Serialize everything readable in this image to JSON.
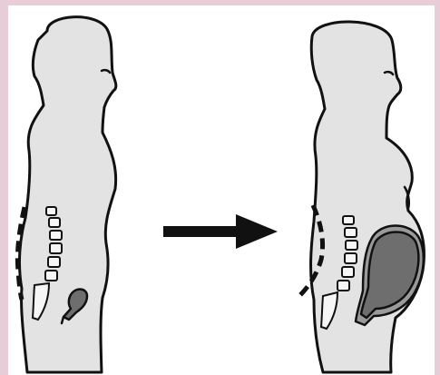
{
  "figure": {
    "panels": [
      {
        "id": "before",
        "state": "not pregnant"
      },
      {
        "id": "after",
        "state": "pregnant"
      }
    ],
    "transition": {
      "icon": "arrow-right-icon"
    }
  },
  "colors": {
    "frame_border": "#e8cdd8",
    "body_fill": "#e3e3e3",
    "outline": "#111111",
    "vertebra_fill": "#f6f6f6",
    "uterus_fill": "#6e6e6e",
    "uterus_rim": "#9a9a9a",
    "arrow": "#111111"
  }
}
